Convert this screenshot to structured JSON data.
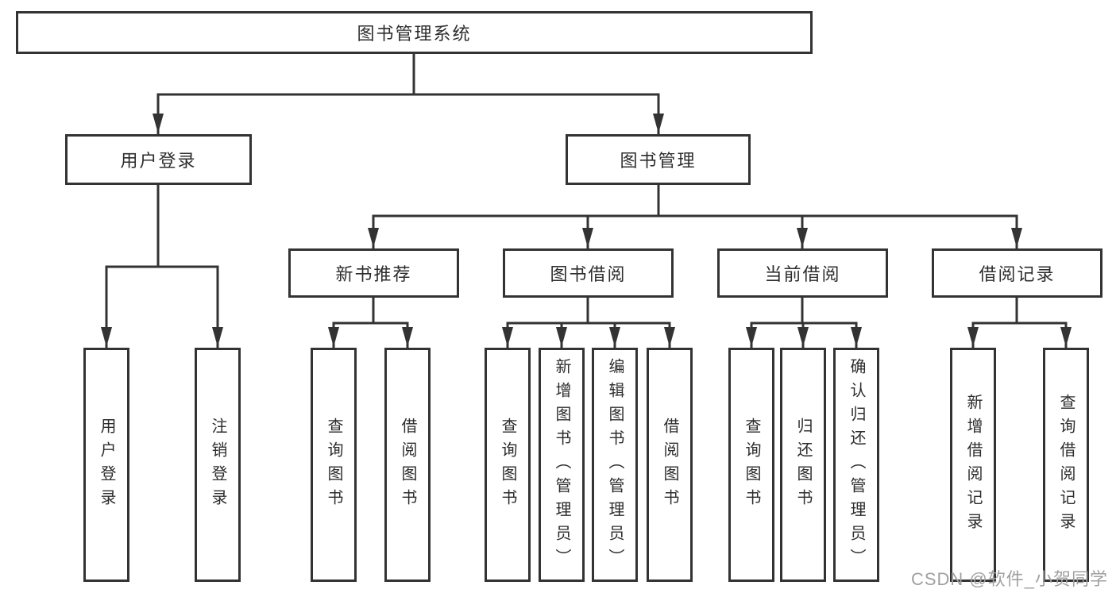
{
  "diagram": {
    "root": {
      "label": "图书管理系统"
    },
    "level2": [
      {
        "label": "用户登录"
      },
      {
        "label": "图书管理"
      }
    ],
    "level3": [
      {
        "label": "新书推荐"
      },
      {
        "label": "图书借阅"
      },
      {
        "label": "当前借阅"
      },
      {
        "label": "借阅记录"
      }
    ],
    "leaves": {
      "user_login": [
        "用户登录",
        "注销登录"
      ],
      "new_book_recommendation": [
        "查询图书",
        "借阅图书"
      ],
      "book_borrowing": [
        "查询图书",
        "新增图书（管理员）",
        "编辑图书（管理员）",
        "借阅图书"
      ],
      "current_borrowing": [
        "查询图书",
        "归还图书",
        "确认归还（管理员）"
      ],
      "borrowing_records": [
        "新增借阅记录",
        "查询借阅记录"
      ]
    }
  },
  "watermark": {
    "text": "CSDN @软件_小贺同学"
  },
  "colors": {
    "line": "#333333",
    "text": "#2d2d2d",
    "watermark": "#a0a0a0",
    "background": "#ffffff"
  }
}
